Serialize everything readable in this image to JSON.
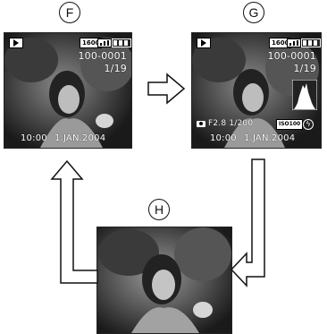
{
  "labels": {
    "f": "F",
    "g": "G",
    "h": "H"
  },
  "screen_f": {
    "iso_badge": "1600",
    "file_number": "100-0001",
    "frame_count": "1/19",
    "time": "10:00",
    "date": "1.JAN.2004"
  },
  "screen_g": {
    "iso_badge": "1600",
    "file_number": "100-0001",
    "frame_count": "1/19",
    "aperture_shutter": "F2.8 1/200",
    "iso_setting": "ISO100",
    "time": "10:00",
    "date": "1.JAN.2004"
  },
  "icons": [
    "play-mode-icon",
    "picture-quality-icon",
    "battery-icon",
    "camera-icon",
    "flash-icon",
    "histogram-icon"
  ],
  "colors": {
    "outline": "#111111",
    "background": "#ffffff",
    "osd_text": "#ffffff"
  }
}
